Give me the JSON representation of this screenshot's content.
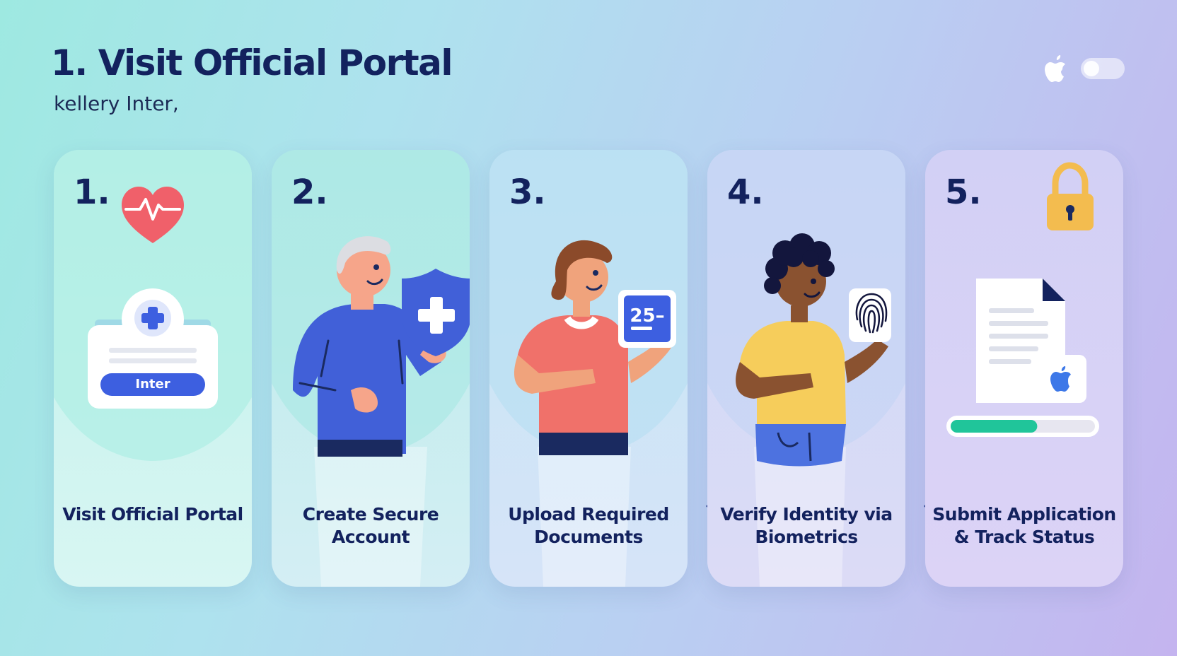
{
  "header": {
    "title": "1. Visit Official Portal",
    "subtitle": "kellery Inter,",
    "icons": [
      "apple-icon",
      "toggle-switch"
    ]
  },
  "steps": [
    {
      "number": "1.",
      "label": "Visit Official Portal",
      "icon": "heart-pulse-icon",
      "button_label": "Inter"
    },
    {
      "number": "2.",
      "label": "Create Secure Account",
      "icon": "shield-plus-icon"
    },
    {
      "number": "3.",
      "label": "Upload Required Documents",
      "icon": "document-card-icon",
      "card_text": "25–"
    },
    {
      "number": "4.",
      "label": "Verify Identity via Biometrics",
      "icon": "fingerprint-icon"
    },
    {
      "number": "5.",
      "label": "Submit Application & Track Status",
      "icon": "padlock-icon",
      "progress": 0.6
    }
  ],
  "colors": {
    "navy": "#13225e",
    "blue": "#3d5fe0",
    "heart_red": "#f0606a",
    "coral": "#f0716a",
    "yellow": "#f6cd5b",
    "lock_gold": "#f3bc4f",
    "progress_green": "#20c59a"
  }
}
